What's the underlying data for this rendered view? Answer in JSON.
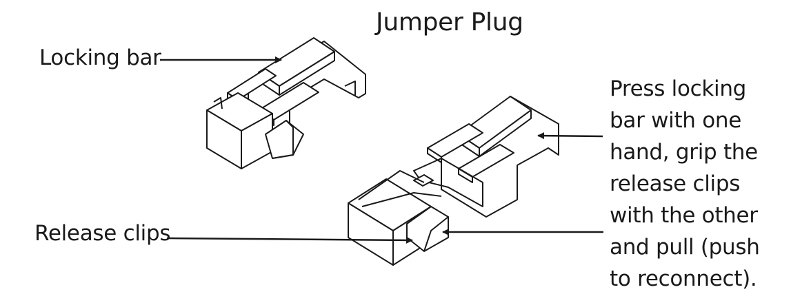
{
  "title": "Jumper Plug",
  "labels": {
    "locking_bar": "Locking bar",
    "release_clips": "Release clips"
  },
  "instructions": [
    "Press locking",
    "bar with one",
    "hand, grip the",
    "release clips",
    "with the other",
    "and pull (push",
    "to reconnect)."
  ],
  "colors": {
    "line": "#1a1a1a",
    "text": "#1a1a1a",
    "background": "#ffffff"
  }
}
